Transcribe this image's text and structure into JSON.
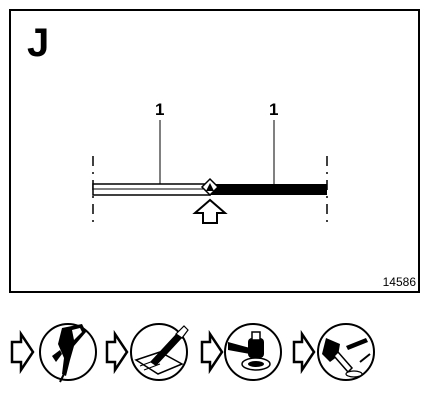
{
  "panel": {
    "letter": "J",
    "figure_number": "14586",
    "callouts": [
      "1",
      "1"
    ]
  },
  "icons": {
    "steps": [
      "arrow-step-1",
      "drill-tool-icon",
      "arrow-step-2",
      "scraper-tool-icon",
      "arrow-step-3",
      "sander-tool-icon",
      "arrow-step-4",
      "paint-brush-icon"
    ]
  },
  "colors": {
    "ink": "#000000",
    "paper": "#ffffff"
  }
}
